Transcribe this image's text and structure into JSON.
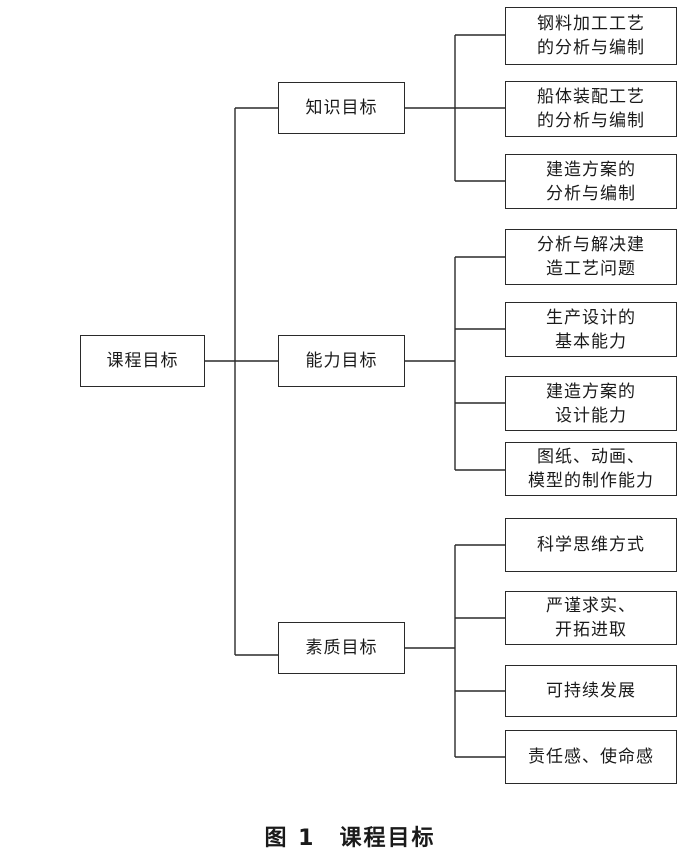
{
  "root": {
    "label": "课程目标"
  },
  "groups": [
    {
      "label": "知识目标",
      "children": [
        "钢料加工工艺\n的分析与编制",
        "船体装配工艺\n的分析与编制",
        "建造方案的\n分析与编制"
      ]
    },
    {
      "label": "能力目标",
      "children": [
        "分析与解决建\n造工艺问题",
        "生产设计的\n基本能力",
        "建造方案的\n设计能力",
        "图纸、动画、\n模型的制作能力"
      ]
    },
    {
      "label": "素质目标",
      "children": [
        "科学思维方式",
        "严谨求实、\n开拓进取",
        "可持续发展",
        "责任感、使命感"
      ]
    }
  ],
  "caption": "图 1　课程目标"
}
